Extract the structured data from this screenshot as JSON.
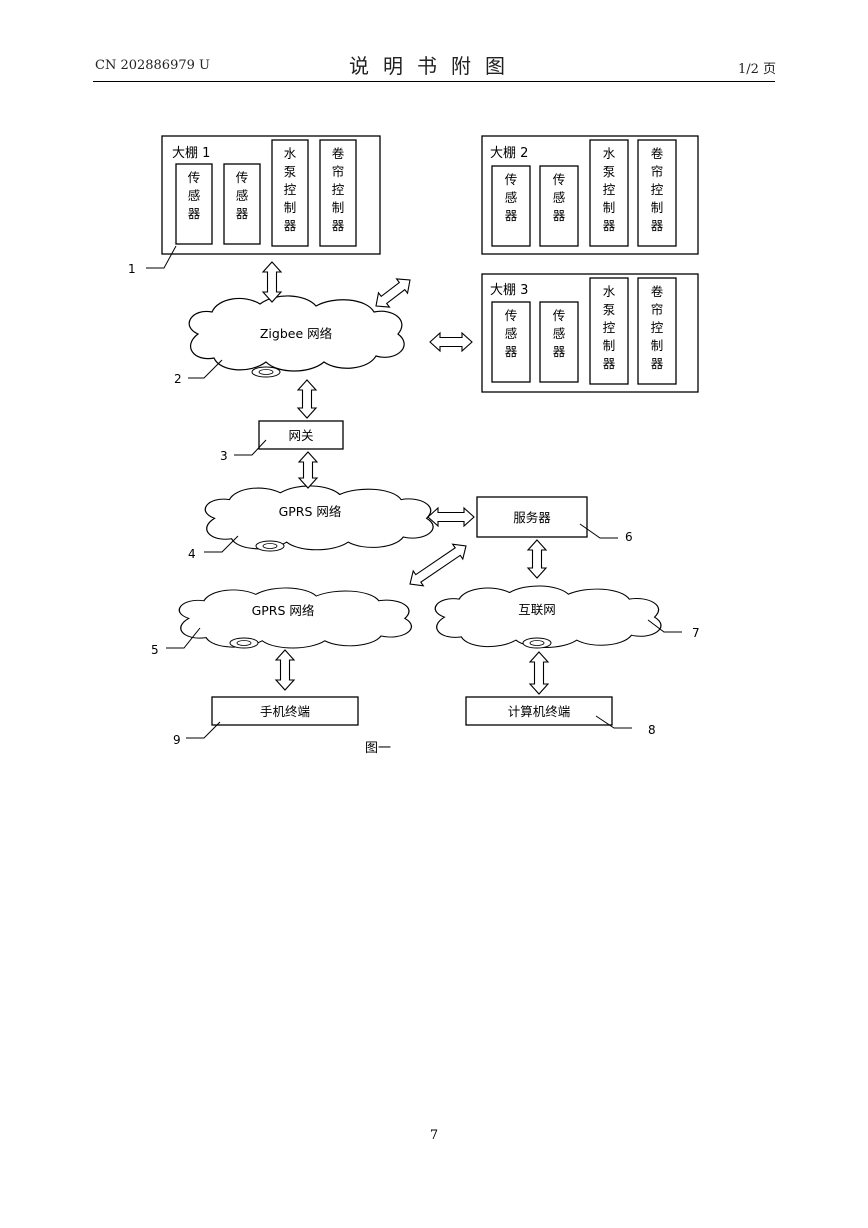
{
  "header": {
    "doc_number": "CN 202886979 U",
    "doc_title": "说明书附图",
    "page_label": "1/2 页"
  },
  "diagram": {
    "greenhouses": [
      {
        "title": "大棚 1",
        "units": [
          "传感器",
          "传感器",
          "水泵控制器",
          "卷帘控制器"
        ]
      },
      {
        "title": "大棚 2",
        "units": [
          "传感器",
          "传感器",
          "水泵控制器",
          "卷帘控制器"
        ]
      },
      {
        "title": "大棚 3",
        "units": [
          "传感器",
          "传感器",
          "水泵控制器",
          "卷帘控制器"
        ]
      }
    ],
    "zigbee_network": "Zigbee 网络",
    "gateway": "网关",
    "gprs_network_upper": "GPRS 网络",
    "gprs_network_lower": "GPRS 网络",
    "server": "服务器",
    "internet": "互联网",
    "phone_terminal": "手机终端",
    "computer_terminal": "计算机终端",
    "caption": "图一",
    "ref_numbers": [
      "1",
      "2",
      "3",
      "4",
      "5",
      "6",
      "7",
      "8",
      "9"
    ]
  },
  "page_number": "7"
}
